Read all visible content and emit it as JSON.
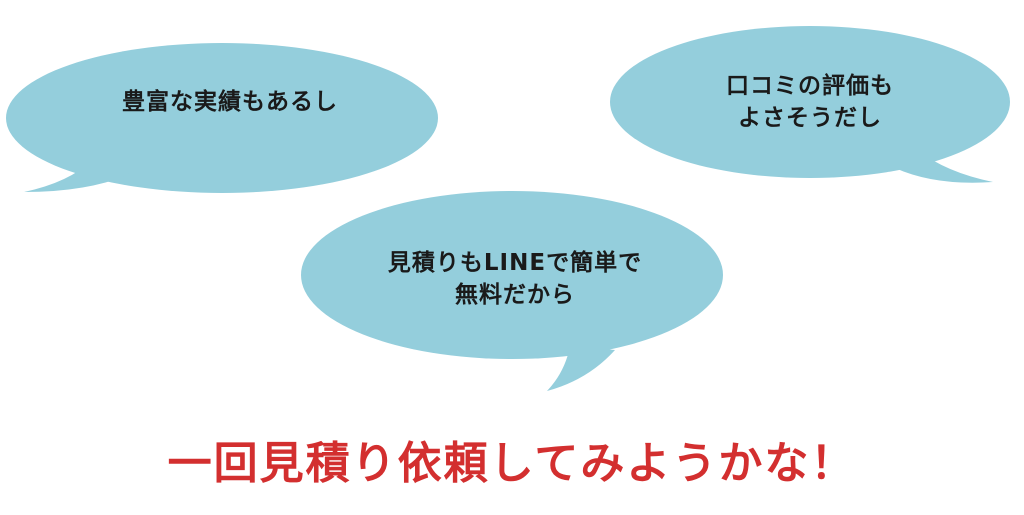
{
  "colors": {
    "bubble_fill": "#94cedc",
    "headline_text": "#d32f2f",
    "bubble_text": "#1a1a1a"
  },
  "bubbles": [
    {
      "lines": [
        "豊富な実績もあるし"
      ]
    },
    {
      "lines": [
        "口コミの評価も",
        "よさそうだし"
      ]
    },
    {
      "lines": [
        "見積りもLINEで簡単で",
        "無料だから"
      ]
    }
  ],
  "headline": "一回見積り依頼してみようかな！"
}
